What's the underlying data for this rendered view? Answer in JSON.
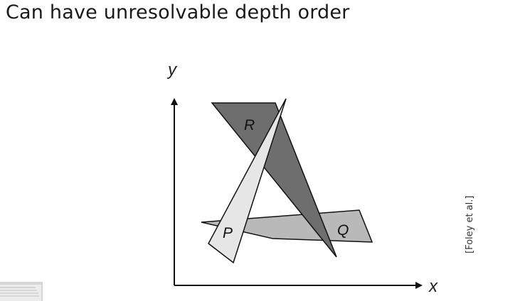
{
  "slide": {
    "title": "Can have unresolvable depth order"
  },
  "diagram": {
    "axes": {
      "x_label": "x",
      "y_label": "y"
    },
    "polygons": [
      {
        "label": "P",
        "fill": "#e6e6e6"
      },
      {
        "label": "Q",
        "fill": "#b9b9b9"
      },
      {
        "label": "R",
        "fill": "#6e6e6e"
      }
    ]
  },
  "citation": "[Foley et al.]",
  "colors": {
    "text": "#1a1a1a",
    "outline": "#111111"
  }
}
